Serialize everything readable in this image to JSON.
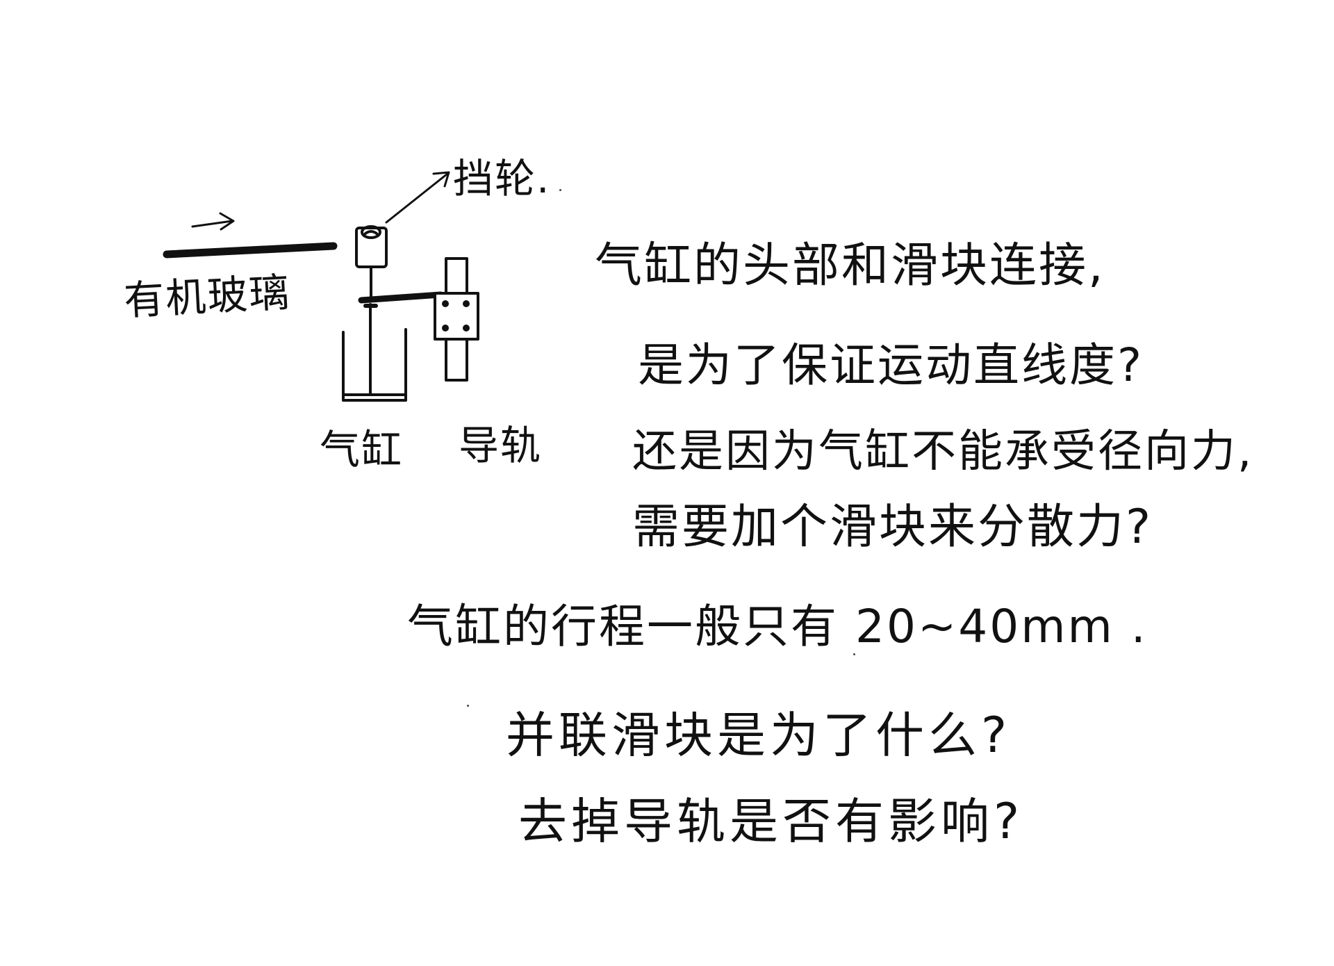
{
  "diagram": {
    "labels": {
      "stopper": "挡轮.",
      "glass": "有机玻璃",
      "cylinder": "气缸",
      "guide_rail": "导轨"
    },
    "direction_arrow": "→"
  },
  "notes": {
    "line1": "气缸的头部和滑块连接,",
    "line2": "是为了保证运动直线度?",
    "line3": "还是因为气缸不能承受径向力,",
    "line4": "需要加个滑块来分散力?",
    "line5": "气缸的行程一般只有 20~40mm .",
    "line6": "并联滑块是为了什么?",
    "line7": "去掉导轨是否有影响?"
  },
  "colors": {
    "ink": "#111111",
    "paper": "#ffffff"
  }
}
